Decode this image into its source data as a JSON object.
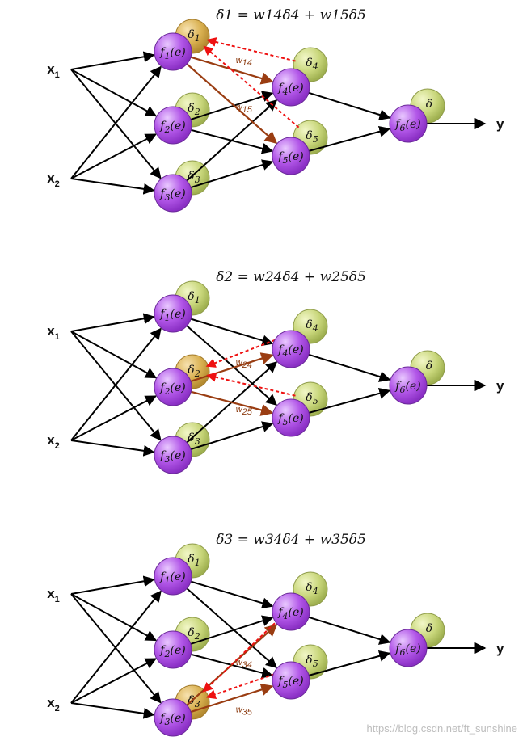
{
  "colors": {
    "neuron": "#b257e8",
    "delta_circle": "#c8d67a",
    "delta_active": "#d9b050",
    "forward_edge": "#000000",
    "weight_edge": "#9a3d12",
    "backprop_edge": "#ee1111"
  },
  "inputs": {
    "x1": {
      "main": "x",
      "sub": "1"
    },
    "x2": {
      "main": "x",
      "sub": "2"
    }
  },
  "output_label": "y",
  "nodes": [
    {
      "id": "f1",
      "label": "f1(e)",
      "delta": "δ1"
    },
    {
      "id": "f2",
      "label": "f2(e)",
      "delta": "δ2"
    },
    {
      "id": "f3",
      "label": "f3(e)",
      "delta": "δ3"
    },
    {
      "id": "f4",
      "label": "f4(e)",
      "delta": "δ4"
    },
    {
      "id": "f5",
      "label": "f5(e)",
      "delta": "δ5"
    },
    {
      "id": "f6",
      "label": "f6(e)",
      "delta": "δ"
    }
  ],
  "panels": [
    {
      "formula": "δ1 = w14δ4 + w15δ5",
      "active_node": "f1",
      "weights": [
        {
          "label": "w14",
          "from": "f1",
          "to": "f4"
        },
        {
          "label": "w15",
          "from": "f1",
          "to": "f5"
        }
      ]
    },
    {
      "formula": "δ2 = w24δ4 + w25δ5",
      "active_node": "f2",
      "weights": [
        {
          "label": "w24",
          "from": "f2",
          "to": "f4"
        },
        {
          "label": "w25",
          "from": "f2",
          "to": "f5"
        }
      ]
    },
    {
      "formula": "δ3 = w34δ4 + w35δ5",
      "active_node": "f3",
      "weights": [
        {
          "label": "w34",
          "from": "f3",
          "to": "f4"
        },
        {
          "label": "w35",
          "from": "f3",
          "to": "f5"
        }
      ]
    }
  ],
  "watermark": "https://blog.csdn.net/ft_sunshine"
}
